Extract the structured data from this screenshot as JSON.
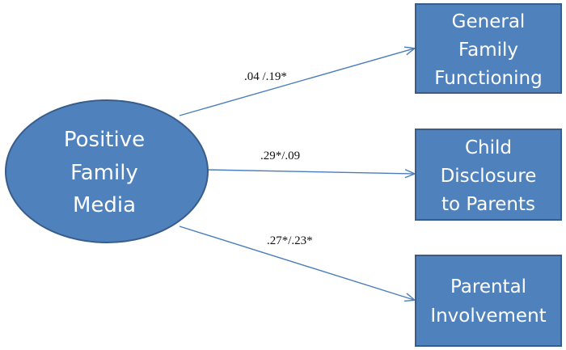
{
  "diagram": {
    "source": {
      "lines": [
        "Positive",
        "Family",
        "Media"
      ]
    },
    "outcomes": [
      {
        "lines": [
          "General",
          "Family",
          "Functioning"
        ]
      },
      {
        "lines": [
          "Child",
          "Disclosure",
          "to Parents"
        ]
      },
      {
        "lines": [
          "Parental",
          "Involvement"
        ]
      }
    ],
    "paths": [
      {
        "label": ".04 /.19*"
      },
      {
        "label": ".29*/.09"
      },
      {
        "label": ".27*/.23*"
      }
    ],
    "colors": {
      "node_fill": "#4f81bd",
      "node_border": "#385d8a",
      "arrow": "#4a7ebb",
      "node_text": "#ffffff"
    }
  }
}
